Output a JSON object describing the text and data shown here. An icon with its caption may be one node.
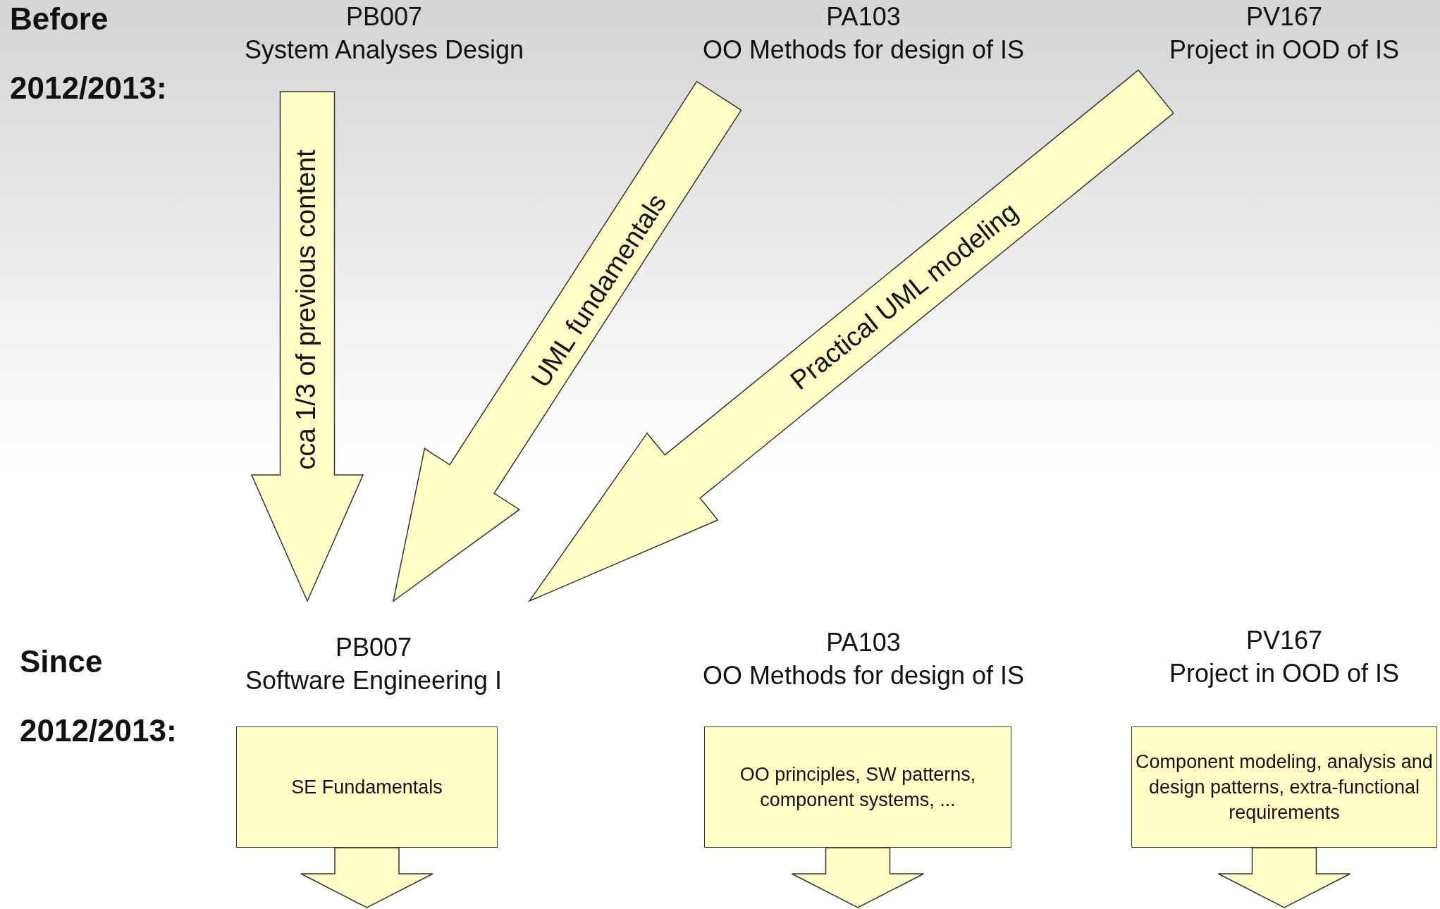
{
  "diagram": {
    "nodes": [
      {
        "text": [
          "PB007",
          "System Analyses Design"
        ]
      },
      {
        "text": [
          "PA103",
          "OO Methods for design of IS"
        ]
      },
      {
        "text": [
          "PV167",
          "Project in OOD of IS"
        ]
      },
      {
        "text": [
          "PB007",
          "Software Engineering I",
          "SE Fundamentals"
        ]
      },
      {
        "text": [
          "PA103",
          "OO Methods for design of IS",
          "OO principles, SW patterns, component systems, ..."
        ]
      },
      {
        "text": [
          "PV167",
          "Project in OOD of IS",
          "Component modeling, analysis and design patterns, extra-functional requirements"
        ]
      }
    ],
    "edges": [
      {
        "from": 0,
        "to": 3,
        "arrow": "to",
        "label": "cca 1/3 of previous content"
      },
      {
        "from": 1,
        "to": 3,
        "arrow": "to",
        "label": "UML fundamentals"
      },
      {
        "from": 2,
        "to": 3,
        "arrow": "to",
        "label": "Practical UML modeling"
      },
      {
        "from": 3,
        "to": null,
        "arrow": "to"
      },
      {
        "from": 4,
        "to": null,
        "arrow": "to"
      },
      {
        "from": 5,
        "to": null,
        "arrow": "to"
      }
    ],
    "labels": [
      "Before",
      "2012/2013:",
      "Since",
      "2012/2013:"
    ]
  }
}
